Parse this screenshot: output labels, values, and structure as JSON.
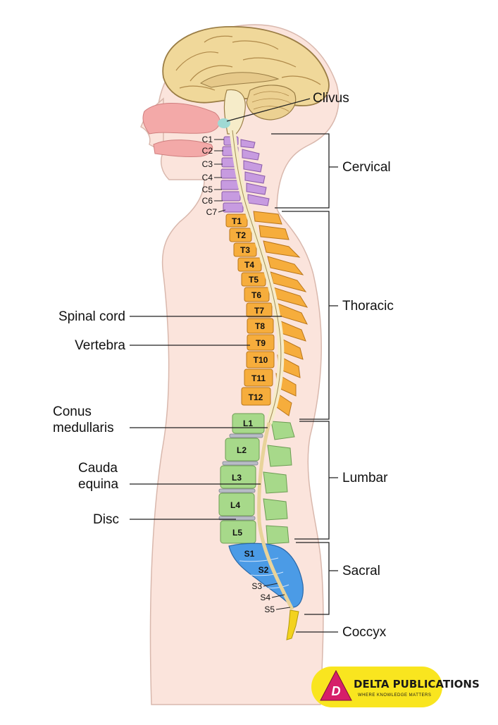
{
  "labels": {
    "clivus": "Clivus",
    "cervical": "Cervical",
    "thoracic": "Thoracic",
    "lumbar": "Lumbar",
    "sacral": "Sacral",
    "coccyx": "Coccyx",
    "spinal_cord": "Spinal cord",
    "vertebra": "Vertebra",
    "conus_line1": "Conus",
    "conus_line2": "medullaris",
    "cauda_line1": "Cauda",
    "cauda_line2": "equina",
    "disc": "Disc"
  },
  "cervical_vertebrae": [
    "C1",
    "C2",
    "C3",
    "C4",
    "C5",
    "C6",
    "C7"
  ],
  "thoracic_vertebrae": [
    "T1",
    "T2",
    "T3",
    "T4",
    "T5",
    "T6",
    "T7",
    "T8",
    "T9",
    "T10",
    "T11",
    "T12"
  ],
  "lumbar_vertebrae": [
    "L1",
    "L2",
    "L3",
    "L4",
    "L5"
  ],
  "sacral_vertebrae": [
    "S1",
    "S2",
    "S3",
    "S4",
    "S5"
  ],
  "logo": {
    "title": "DELTA PUBLICATIONS",
    "subtitle": "WHERE KNOWLEDGE MATTERS",
    "letter": "D"
  },
  "colors": {
    "skin": "#fbe4dc",
    "cervical": "#c79be0",
    "thoracic": "#f6ad3c",
    "lumbar": "#a7d98a",
    "sacral": "#4b9be6",
    "coccyx": "#f3d21e",
    "cord": "#f6ecc9",
    "brain": "#f0d89a",
    "logo_bg": "#f9e51f"
  }
}
